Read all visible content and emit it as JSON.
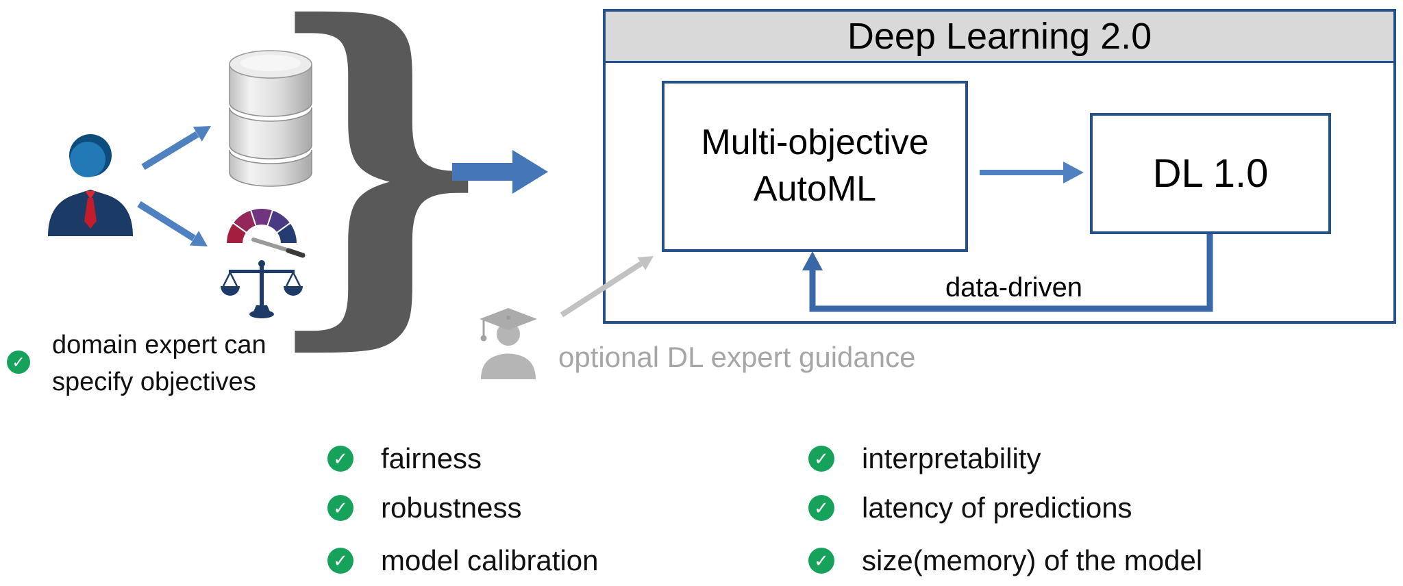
{
  "title": "Deep Learning 2.0",
  "boxes": {
    "automl": {
      "line1": "Multi-objective",
      "line2": "AutoML"
    },
    "dl": {
      "label": "DL 1.0"
    }
  },
  "labels": {
    "feedback": "data-driven",
    "expert_guidance": "optional DL expert guidance",
    "domain_note_line1": "domain expert can",
    "domain_note_line2": "specify objectives"
  },
  "objectives": {
    "left": [
      "fairness",
      "robustness",
      "model calibration"
    ],
    "right": [
      "interpretability",
      "latency of predictions",
      "size(memory) of the model"
    ]
  },
  "glyphs": {
    "check": "✓",
    "brace": "}"
  },
  "colors": {
    "arrow_blue": "#4577b8",
    "feedback_blue": "#3a67a8",
    "box_border": "#24518a",
    "header_fill": "#d9d9d9",
    "brace_gray": "#595959",
    "muted_gray": "#a6a6a6",
    "check_green": "#17a25c"
  },
  "icons": {
    "person": "domain-expert",
    "database": "data-source",
    "gauge": "performance-gauge",
    "scale": "fairness-balance",
    "graduate": "dl-expert"
  }
}
